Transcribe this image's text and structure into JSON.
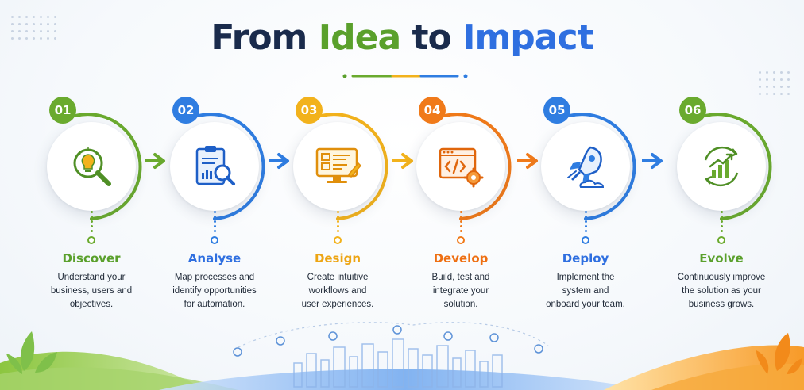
{
  "title": {
    "part1": "From",
    "part2": "Idea",
    "part3": "to",
    "part4": "Impact"
  },
  "colors": {
    "green": "#6aaa2e",
    "blue": "#2f7de1",
    "yellow": "#f2b21c",
    "orange": "#f07a1a",
    "navy": "#1a2b4c"
  },
  "steps": [
    {
      "num": "01",
      "title": "Discover",
      "desc": [
        "Understand your",
        "business, users and",
        "objectives."
      ],
      "color": "#6aaa2e",
      "icon": "lightbulb-magnifier-icon"
    },
    {
      "num": "02",
      "title": "Analyse",
      "desc": [
        "Map processes and",
        "identify opportunities",
        "for automation."
      ],
      "color": "#2f7de1",
      "icon": "clipboard-chart-icon"
    },
    {
      "num": "03",
      "title": "Design",
      "desc": [
        "Create intuitive",
        "workflows and",
        "user experiences."
      ],
      "color": "#f2b21c",
      "icon": "monitor-wireframe-icon"
    },
    {
      "num": "04",
      "title": "Develop",
      "desc": [
        "Build, test and",
        "integrate your",
        "solution."
      ],
      "color": "#f07a1a",
      "icon": "code-window-gear-icon"
    },
    {
      "num": "05",
      "title": "Deploy",
      "desc": [
        "Implement the",
        "system and",
        "onboard your team."
      ],
      "color": "#2f7de1",
      "icon": "rocket-icon"
    },
    {
      "num": "06",
      "title": "Evolve",
      "desc": [
        "Continuously improve",
        "the solution as your",
        "business grows."
      ],
      "color": "#6aaa2e",
      "icon": "growth-chart-icon"
    }
  ]
}
